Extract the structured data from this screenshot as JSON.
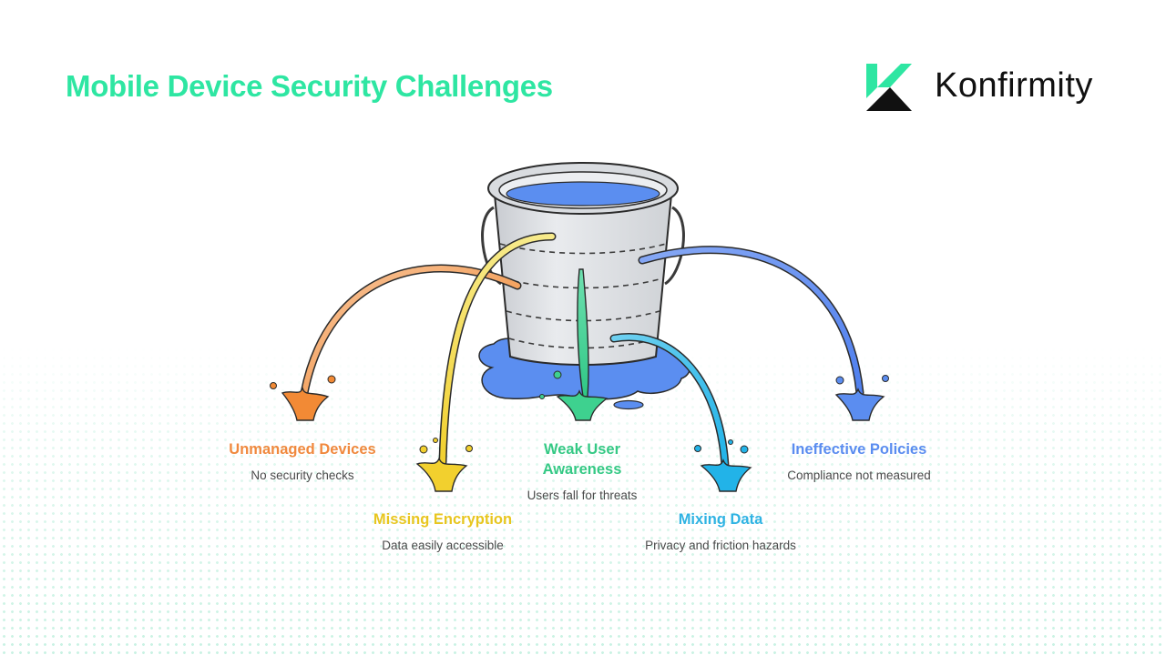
{
  "header": {
    "title": "Mobile Device Security Challenges"
  },
  "brand": {
    "name": "Konfirmity",
    "logo_icon": "konfirmity-k-icon",
    "accent": "#2ee6a2"
  },
  "challenges": [
    {
      "title": "Unmanaged Devices",
      "description": "No security checks",
      "color": "#f0893e"
    },
    {
      "title": "Missing Encryption",
      "description": "Data easily accessible",
      "color": "#f2d02e"
    },
    {
      "title": "Weak User Awareness",
      "description": "Users fall for threats",
      "color": "#3ed18f"
    },
    {
      "title": "Mixing Data",
      "description": "Privacy and friction hazards",
      "color": "#2fb3e3"
    },
    {
      "title": "Ineffective Policies",
      "description": "Compliance not measured",
      "color": "#5b8df0"
    }
  ]
}
